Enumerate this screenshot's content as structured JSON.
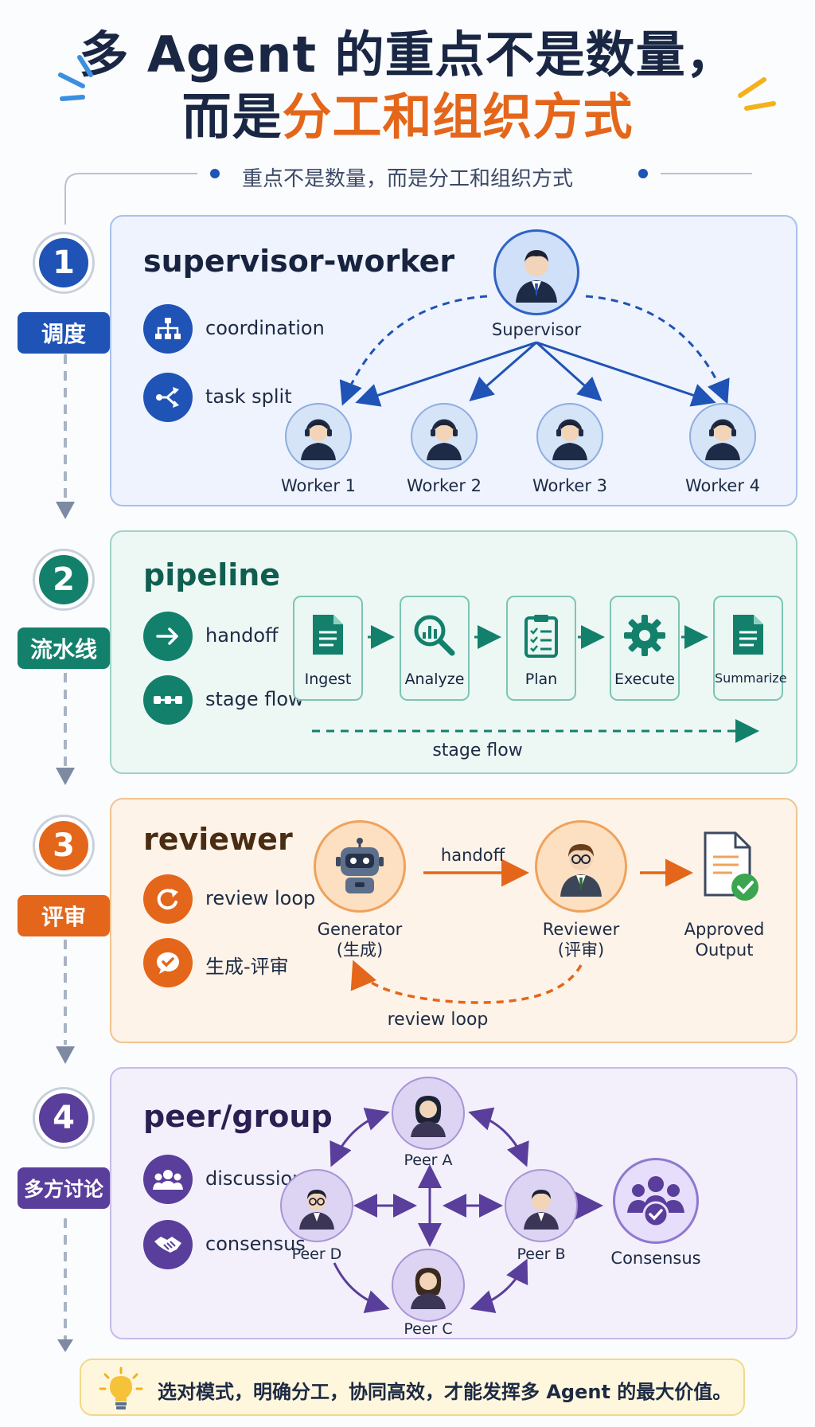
{
  "title": {
    "line1": "多 Agent 的重点不是数量，",
    "line2_part1": "而是",
    "line2_accent": "分工和组织方式",
    "subtitle": "重点不是数量，而是分工和组织方式"
  },
  "colors": {
    "blue": "#1f53b5",
    "teal": "#13806c",
    "orange": "#e4661a",
    "purple": "#5a3e9b",
    "title_accent": "#e4661a",
    "title_dark": "#1a2744"
  },
  "steps": [
    {
      "number": "1",
      "tag": "调度"
    },
    {
      "number": "2",
      "tag": "流水线"
    },
    {
      "number": "3",
      "tag": "评审"
    },
    {
      "number": "4",
      "tag": "多方讨论"
    }
  ],
  "supervisor_worker": {
    "title": "supervisor-worker",
    "features": [
      {
        "icon": "hierarchy-icon",
        "label": "coordination"
      },
      {
        "icon": "split-icon",
        "label": "task split"
      }
    ],
    "supervisor": "Supervisor",
    "workers": [
      "Worker 1",
      "Worker 2",
      "Worker 3",
      "Worker 4"
    ]
  },
  "pipeline": {
    "title": "pipeline",
    "features": [
      {
        "icon": "arrow-right-icon",
        "label": "handoff"
      },
      {
        "icon": "chain-icon",
        "label": "stage flow"
      }
    ],
    "stages": [
      {
        "icon": "document-icon",
        "label": "Ingest"
      },
      {
        "icon": "magnify-chart-icon",
        "label": "Analyze"
      },
      {
        "icon": "clipboard-icon",
        "label": "Plan"
      },
      {
        "icon": "gear-icon",
        "label": "Execute"
      },
      {
        "icon": "document-icon",
        "label": "Summarize"
      }
    ],
    "flow_label": "stage flow"
  },
  "reviewer": {
    "title": "reviewer",
    "features": [
      {
        "icon": "refresh-icon",
        "label": "review loop"
      },
      {
        "icon": "check-chat-icon",
        "label": "生成-评审"
      }
    ],
    "generator": [
      "Generator",
      "(生成)"
    ],
    "reviewer_node": [
      "Reviewer",
      "(评审)"
    ],
    "output": [
      "Approved",
      "Output"
    ],
    "handoff_label": "handoff",
    "loop_label": "review loop"
  },
  "peer_group": {
    "title": "peer/group",
    "features": [
      {
        "icon": "group-icon",
        "label": "discussion"
      },
      {
        "icon": "handshake-icon",
        "label": "consensus"
      }
    ],
    "peers": [
      "Peer A",
      "Peer B",
      "Peer C",
      "Peer D"
    ],
    "consensus": "Consensus"
  },
  "footer": {
    "text": "选对模式，明确分工，协同高效，才能发挥多 Agent 的最大价值。"
  }
}
